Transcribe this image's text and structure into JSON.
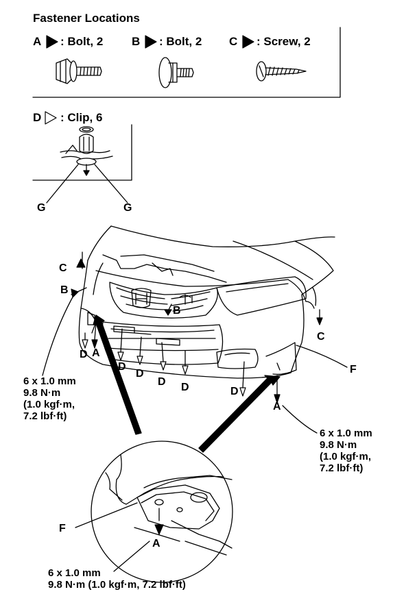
{
  "title": "Fastener Locations",
  "fasteners": {
    "a": {
      "letter": "A",
      "desc": ": Bolt, 2"
    },
    "b": {
      "letter": "B",
      "desc": ": Bolt, 2"
    },
    "c": {
      "letter": "C",
      "desc": ": Screw, 2"
    },
    "d": {
      "letter": "D",
      "desc": ": Clip, 6"
    }
  },
  "clip_detail": {
    "g_left": "G",
    "g_right": "G"
  },
  "callouts": {
    "a": "A",
    "b": "B",
    "c": "C",
    "d": "D",
    "f": "F"
  },
  "torque": {
    "left": [
      "6 x 1.0 mm",
      "9.8 N·m",
      "(1.0 kgf·m,",
      "7.2 lbf·ft)"
    ],
    "right": [
      "6 x 1.0 mm",
      "9.8 N·m",
      "(1.0 kgf·m,",
      "7.2 lbf·ft)"
    ],
    "bottom": [
      "6 x 1.0 mm",
      "9.8 N·m (1.0 kgf·m, 7.2 lbf·ft)"
    ]
  },
  "colors": {
    "ink": "#000000",
    "paper": "#ffffff"
  },
  "icons": [
    "filled-triangle-arrow-icon",
    "open-triangle-arrow-icon",
    "flange-bolt-icon",
    "washer-bolt-icon",
    "screw-icon",
    "clip-icon"
  ]
}
